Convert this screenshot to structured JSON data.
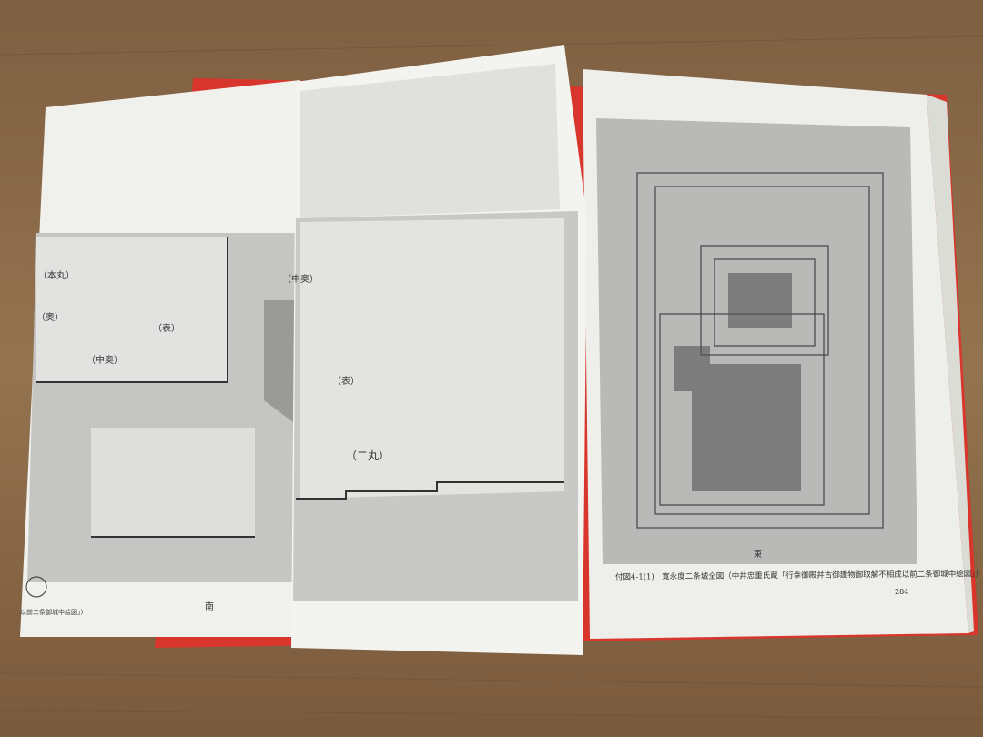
{
  "book": {
    "figure_caption": "付図4-1(1)　寛永度二条城全図（中井忠重氏蔵「行幸御殿并古御建物御取解不相成以前二条御城中絵図」）",
    "page_number": "284",
    "left_caption": "以前二条御城中絵図」)",
    "compass_direction_south": "南",
    "compass_direction_east": "東",
    "plan_labels": {
      "honmaru": "（本丸）",
      "naka_oku": "（中奥）",
      "oku": "（奥）",
      "omote_left": "（表）",
      "omote_center": "（表）",
      "ninomaru": "（二丸）",
      "naka_right": "（中奥）"
    }
  },
  "colors": {
    "wood": "#8a6a4a",
    "cover": "#d8362c",
    "paper": "#f1f1ee",
    "plan_gray": "#b4b4b4"
  }
}
